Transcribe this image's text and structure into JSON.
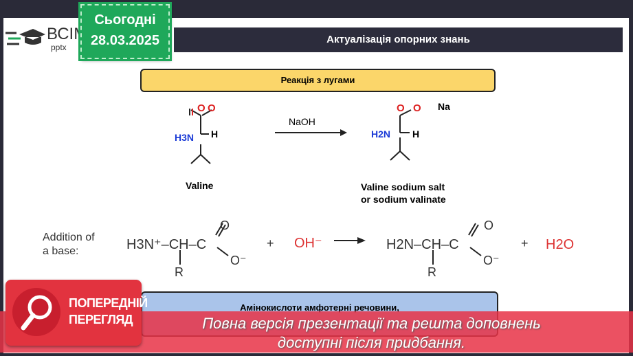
{
  "logo": {
    "title": "ВСІМ",
    "subtitle": "pptx"
  },
  "date_badge": {
    "label": "Сьогодні",
    "date": "28.03.2025"
  },
  "header": {
    "title": "Актуалізація опорних знань"
  },
  "section": {
    "title": "Реакція з лугами"
  },
  "reaction1": {
    "reagent": "NaOH",
    "reactant_name": "Valine",
    "product_name_1": "Valine sodium salt",
    "product_name_2": "or sodium valinate",
    "cation": "Na",
    "charge_plus": "+",
    "charge_minus": "−",
    "left_amine": "H3N",
    "right_amine": "H2N",
    "H": "H",
    "O": "O"
  },
  "reaction2": {
    "label_1": "Addition of",
    "label_2": "a base:",
    "reactant": "H3N⁺–CH–C",
    "hydroxide": "OH⁻",
    "product": "H2N–CH–C",
    "water": "H2O",
    "R": "R",
    "plus": "+"
  },
  "info_box": {
    "line1": "Амінокислоти амфотерні речовини,"
  },
  "preview": {
    "line1": "ПОПЕРЕДНІЙ",
    "line2": "ПЕРЕГЛЯД"
  },
  "banner": {
    "line1": "Повна версія презентації та решта доповнень",
    "line2": "доступні після придбання."
  },
  "colors": {
    "accent_green": "#1fa85a",
    "banner_red": "#e8323f",
    "yellow": "#fbd66a",
    "blue": "#aac4ea"
  }
}
